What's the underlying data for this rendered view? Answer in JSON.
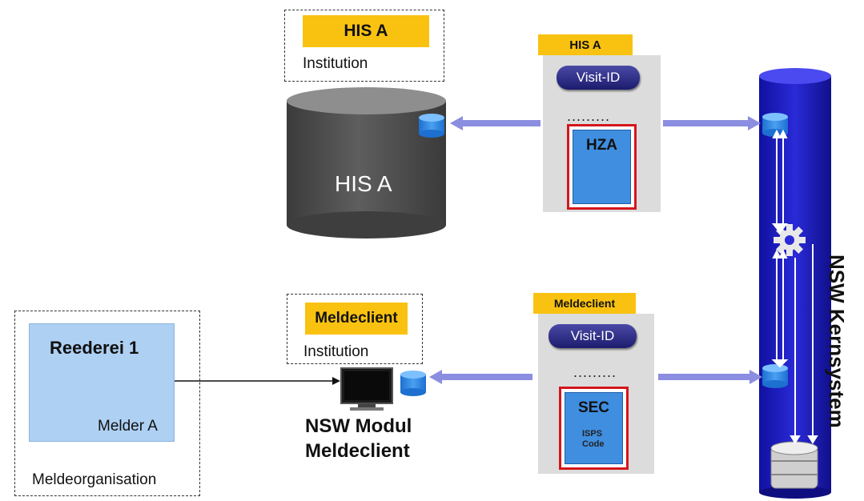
{
  "his_a_institution": {
    "label": "HIS A",
    "caption": "Institution"
  },
  "his_a_db": {
    "label": "HIS A"
  },
  "his_a_panel": {
    "tag": "HIS A",
    "visit_id": "Visit-ID",
    "dots": ".........",
    "module": "HZA"
  },
  "melde_institution": {
    "label": "Meldeclient",
    "caption": "Institution"
  },
  "melde_panel": {
    "tag": "Meldeclient",
    "visit_id": "Visit-ID",
    "dots": ".........",
    "module": "SEC",
    "badge_line1": "ISPS",
    "badge_line2": "Code"
  },
  "reederei": {
    "title": "Reederei 1",
    "user": "Melder A",
    "org": "Meldeorganisation"
  },
  "nsw_modul": {
    "line1": "NSW Modul",
    "line2": "Meldeclient"
  },
  "core": {
    "label": "NSW Kernsystem"
  },
  "colors": {
    "yellow": "#f9c211",
    "navy": "#1c1ca0",
    "arrow": "#8b8ee0",
    "red": "#d4161c"
  }
}
